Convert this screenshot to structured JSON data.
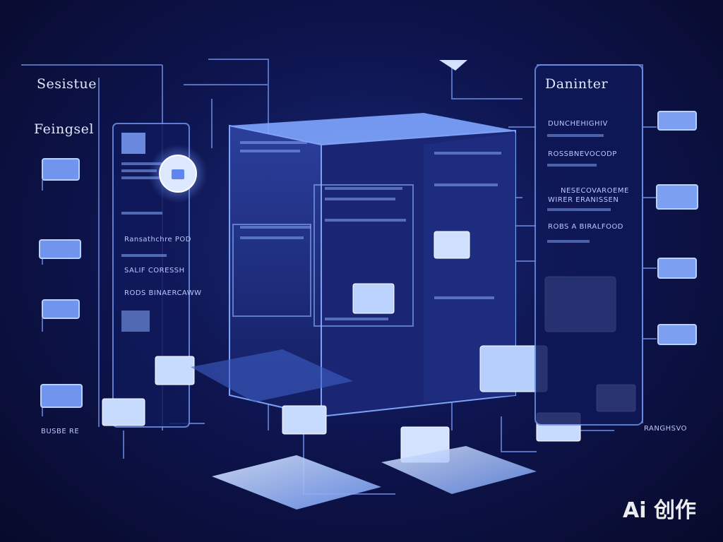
{
  "left_panel": {
    "title": "Sesistue",
    "subtitle": "Feingsel",
    "labels": [
      "Ransathchre POD",
      "SALIF CORESSH",
      "RODS BINAERCAWW",
      "BUSBE RE"
    ]
  },
  "right_panel": {
    "title": "Daninter",
    "labels": [
      "DUNCHEHIGHIV",
      "ROSSBNEVOCODP",
      "NESECOVAROEME",
      "WIRER ERANISSEN",
      "ROBS A BIRALFOOD",
      "RANGHSVO"
    ]
  },
  "watermark": "Ai 创作",
  "colors": {
    "background": "#0b1240",
    "glow": "#9fc3ff",
    "line": "#6d8fe8"
  }
}
